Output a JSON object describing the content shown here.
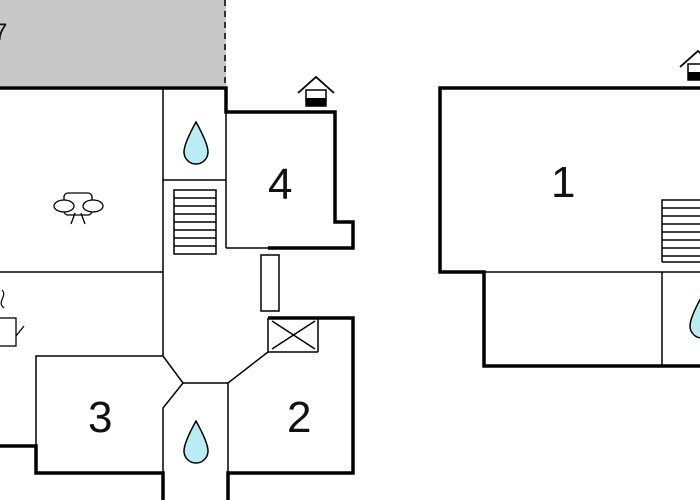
{
  "corner_label": "7",
  "rooms": [
    {
      "id": "room-1",
      "label": "1"
    },
    {
      "id": "room-2",
      "label": "2"
    },
    {
      "id": "room-3",
      "label": "3"
    },
    {
      "id": "room-4",
      "label": "4"
    }
  ],
  "icons": {
    "water": "water-drop-icon",
    "stairs": "stairs-icon",
    "sofa": "sofa-icon",
    "stove": "stove-icon",
    "entrance": "entrance-house-icon",
    "chimney": "chimney-icon"
  },
  "colors": {
    "terrace_fill": "#c8c8c8",
    "water_fill": "#b9ecf3",
    "wall": "#000000"
  }
}
